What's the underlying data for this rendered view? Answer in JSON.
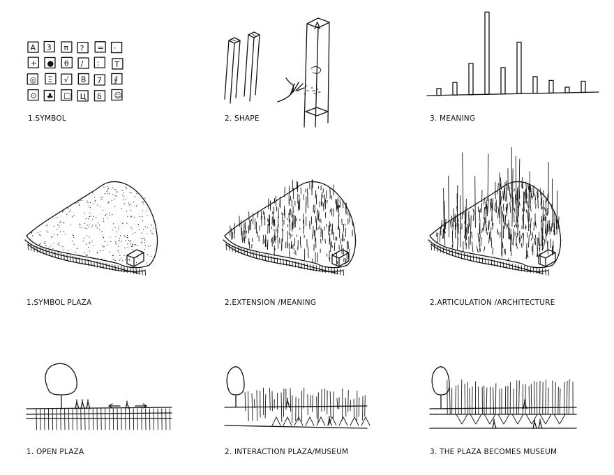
{
  "captions": {
    "r1_symbol": "1.SYMBOL",
    "r1_shape": "2. SHAPE",
    "r1_meaning": "3. MEANING",
    "r2_symbol_plaza": "1.SYMBOL PLAZA",
    "r2_extension": "2.EXTENSION /MEANING",
    "r2_articulation": "2.ARTICULATION /ARCHITECTURE",
    "r3_open_plaza": "1. OPEN PLAZA",
    "r3_interaction": "2. INTERACTION PLAZA/MUSEUM",
    "r3_museum": "3. THE PLAZA BECOMES MUSEUM"
  },
  "symbol_grid": [
    [
      "A",
      "3",
      "π",
      "?",
      "=",
      "·"
    ],
    [
      "+",
      "●",
      "θ",
      "/",
      ":",
      "T"
    ],
    [
      "◎",
      "Ξ",
      "√",
      "B",
      "7",
      "∮"
    ],
    [
      "⊙",
      "♣",
      "□",
      "Ц",
      "δ",
      "☺"
    ]
  ],
  "shape_glyph": "A",
  "meaning_bars": [
    10,
    18,
    45,
    118,
    38,
    74,
    24,
    18,
    8,
    16
  ],
  "icons": [
    "hand-icon",
    "tree-icon",
    "building-icon",
    "person-icon",
    "arrow-left-icon",
    "arrow-right-icon"
  ]
}
